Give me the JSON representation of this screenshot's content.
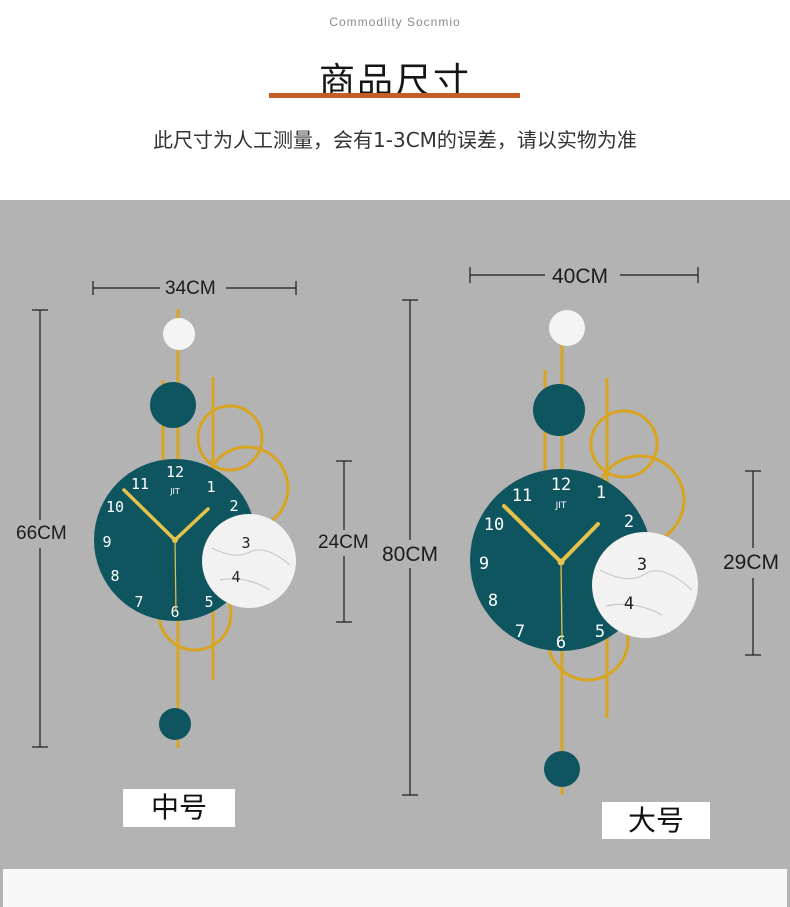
{
  "header": {
    "subtitle_en": "Commodlity Socnmio",
    "title": "商品尺寸",
    "description": "此尺寸为人工测量，会有1-3CM的误差，请以实物为准",
    "accent_color": "#c45d26"
  },
  "products": [
    {
      "size_label": "中号",
      "width": "34CM",
      "height": "66CM",
      "dial_diameter": "24CM"
    },
    {
      "size_label": "大号",
      "width": "40CM",
      "height": "80CM",
      "dial_diameter": "29CM"
    }
  ],
  "clock_face": {
    "numerals": [
      "12",
      "1",
      "2",
      "3",
      "4",
      "5",
      "6",
      "7",
      "8",
      "9",
      "10",
      "11"
    ],
    "logo": "JIT",
    "face_color": "#0e5560",
    "gold_color": "#d9a520",
    "marble_color": "#f2f2f2"
  },
  "background_color": "#b3b3b3"
}
